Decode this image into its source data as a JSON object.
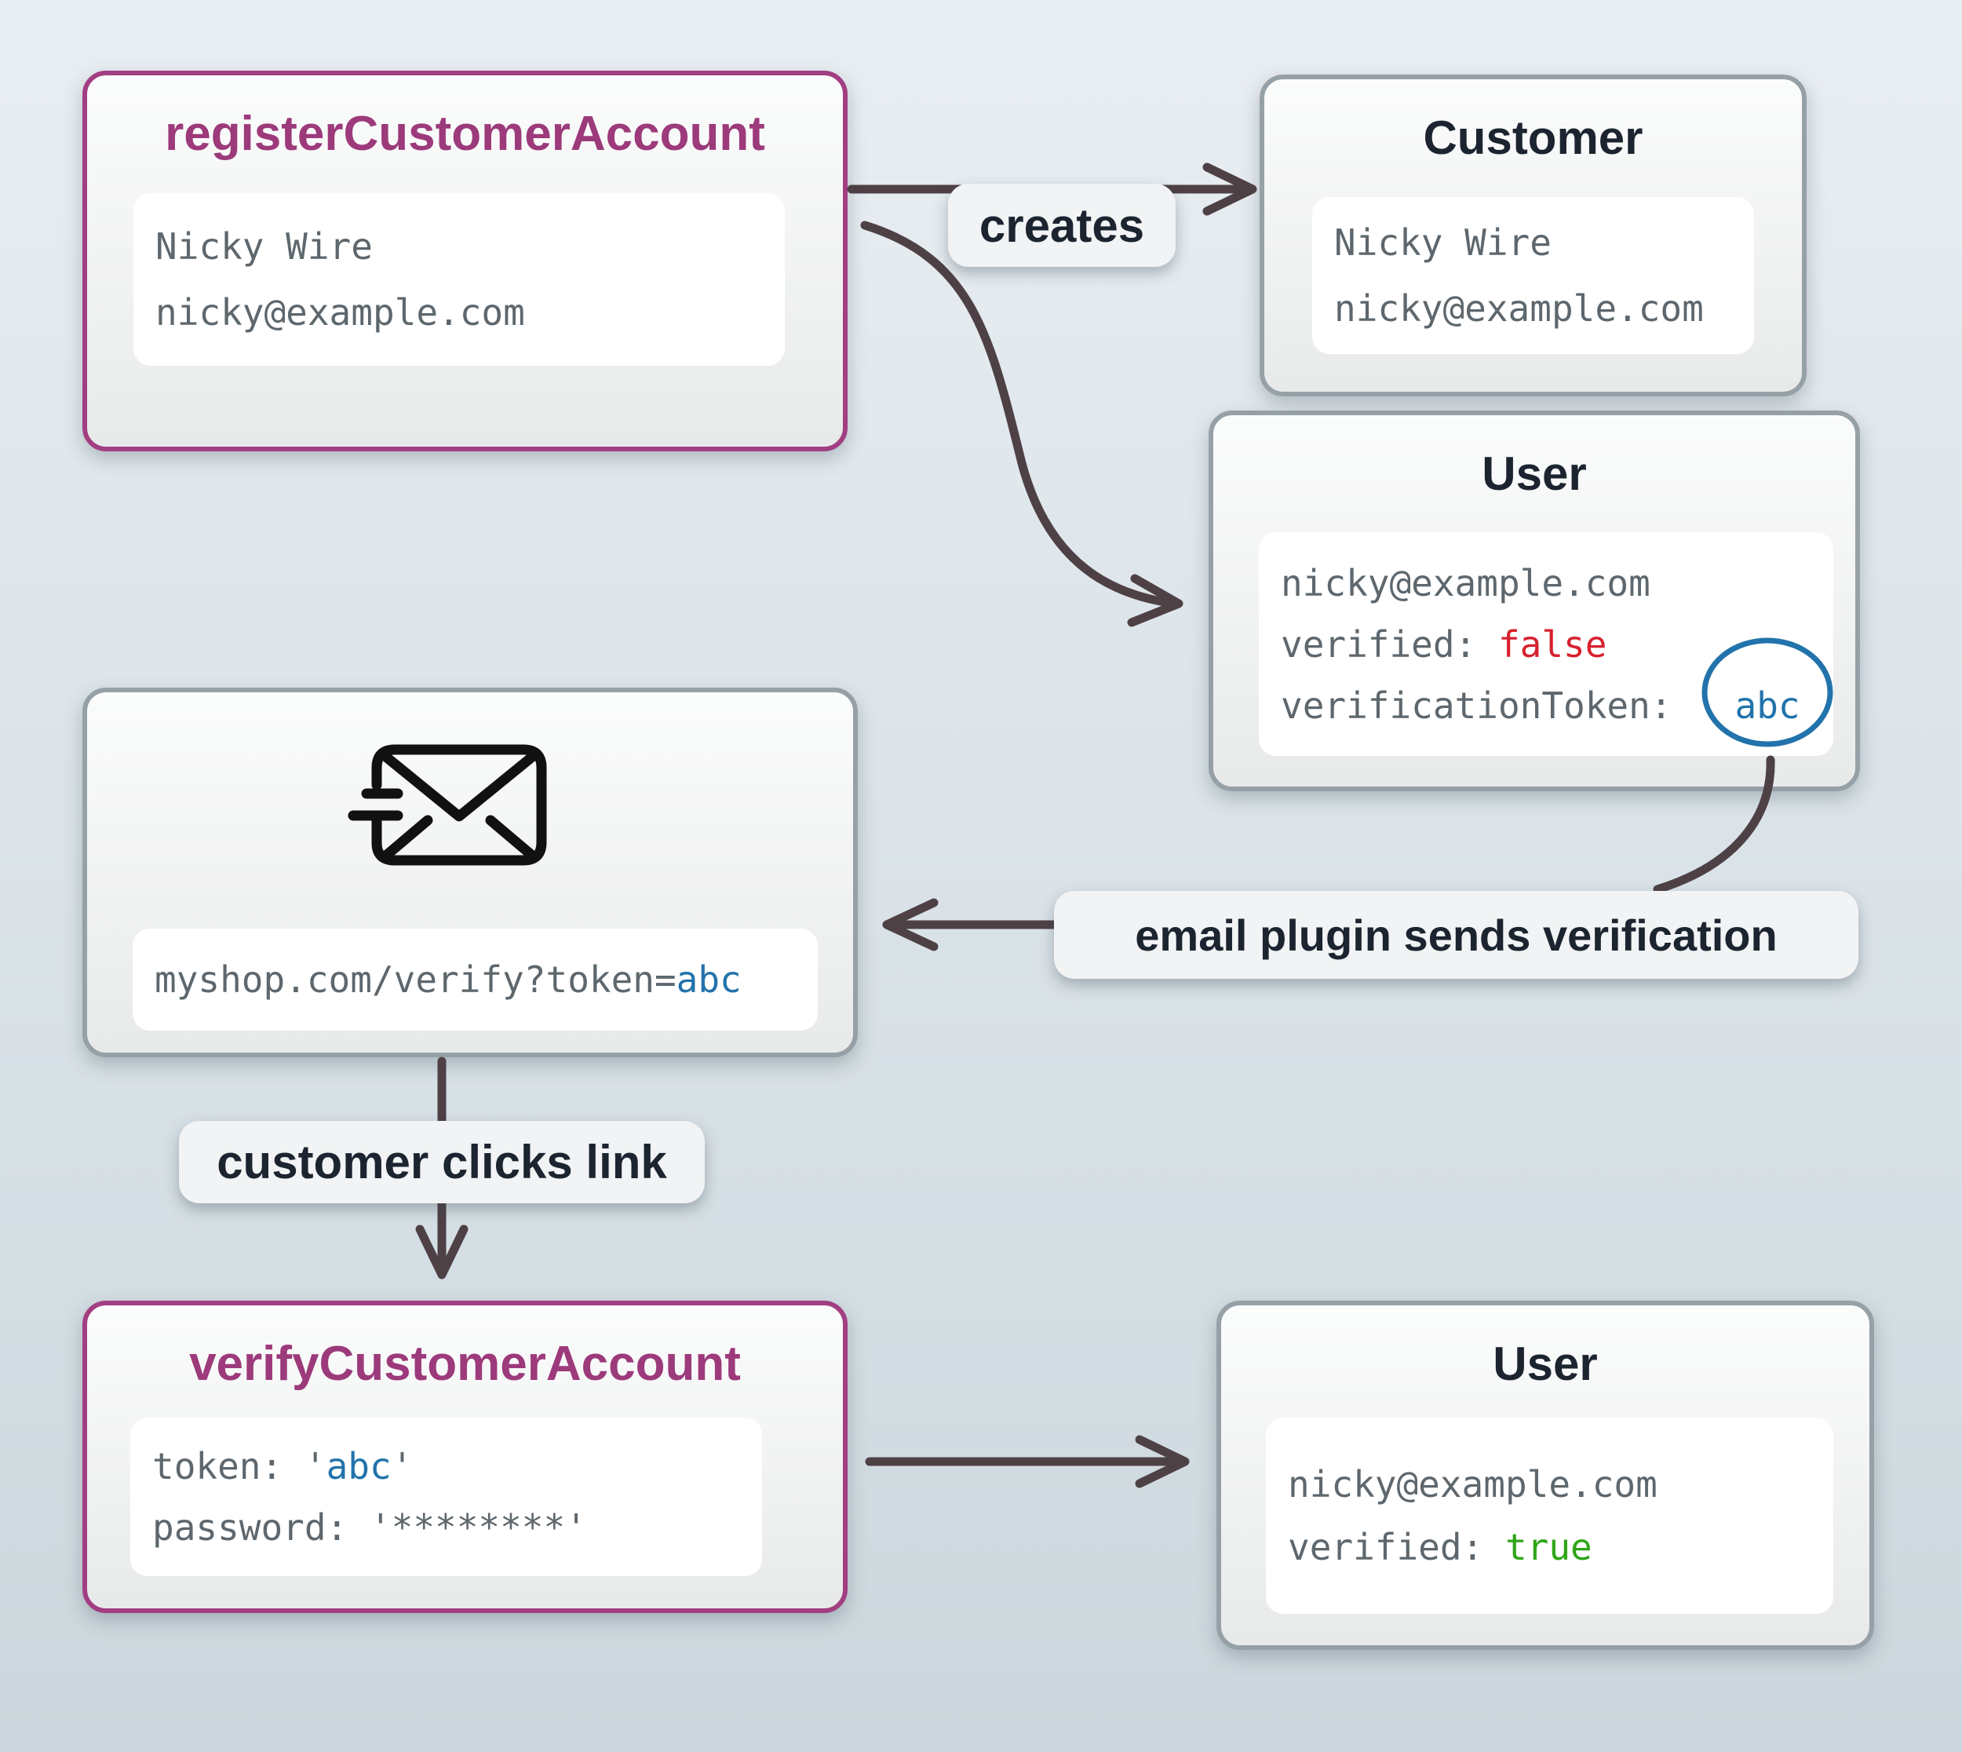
{
  "colors": {
    "purple": "#9c3a7b",
    "purple_border": "#a23e82",
    "blue": "#2273ab",
    "red": "#d7212e",
    "green": "#2fa518",
    "arrow": "#4e4146",
    "dark_text": "#1c2430",
    "mono_gray": "#5d676d",
    "gray_border": "#96a1a7"
  },
  "register_box": {
    "title": "registerCustomerAccount",
    "name": "Nicky Wire",
    "email": "nicky@example.com"
  },
  "creates_label": "creates",
  "customer_box": {
    "title": "Customer",
    "name": "Nicky Wire",
    "email": "nicky@example.com"
  },
  "user_box_unverified": {
    "title": "User",
    "email": "nicky@example.com",
    "verified_label": "verified: ",
    "verified_value": "false",
    "token_label": "verificationToken:",
    "token_value": "abc"
  },
  "email_plugin_label": "email plugin sends verification",
  "email_box": {
    "url_prefix": "myshop.com/verify?token=",
    "token_value": "abc"
  },
  "customer_clicks_label": "customer clicks link",
  "verify_box": {
    "title": "verifyCustomerAccount",
    "token_prefix": "token: '",
    "token_value": "abc",
    "token_suffix": "'",
    "password_line": "password: '********'"
  },
  "user_box_verified": {
    "title": "User",
    "email": "nicky@example.com",
    "verified_label": "verified: ",
    "verified_value": "true"
  }
}
